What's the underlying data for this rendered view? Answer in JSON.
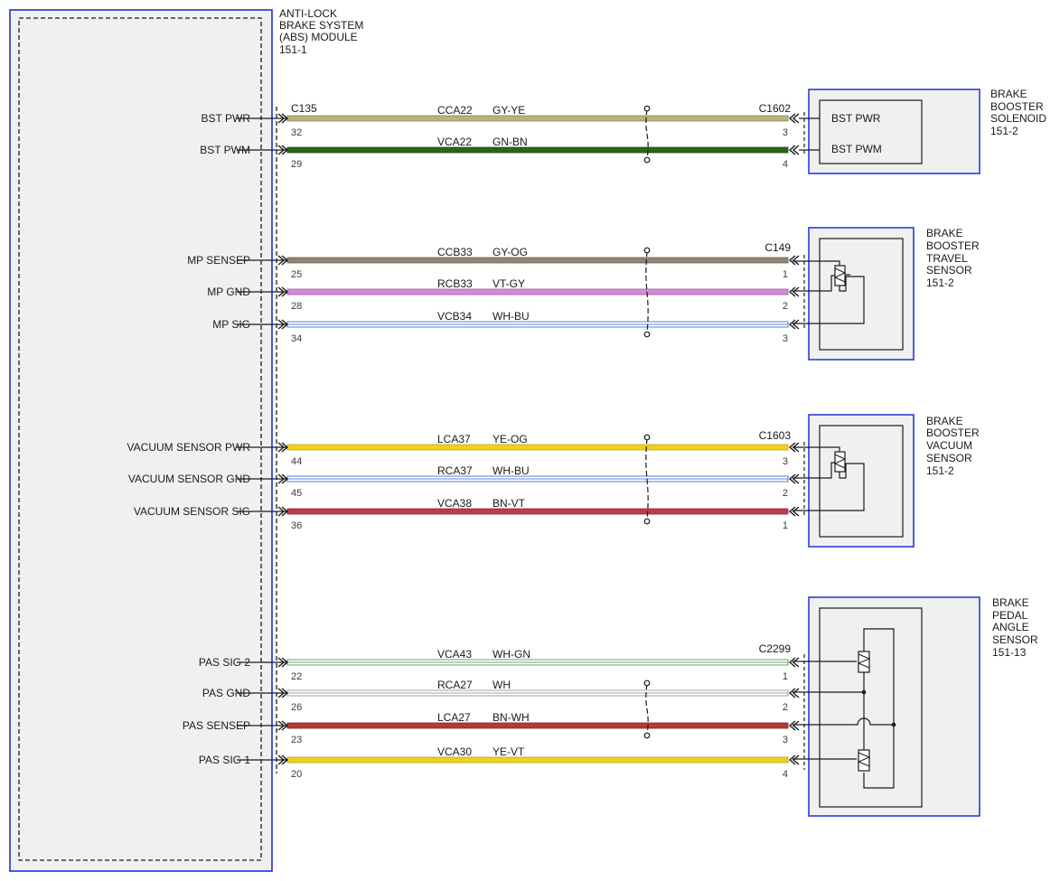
{
  "abs_module": {
    "title_lines": [
      "ANTI-LOCK",
      "BRAKE SYSTEM",
      "(ABS) MODULE",
      "151-1"
    ]
  },
  "components": [
    {
      "id": "solenoid",
      "title_lines": [
        "BRAKE",
        "BOOSTER",
        "SOLENOID",
        "151-2"
      ],
      "pins": [
        "BST PWR",
        "BST PWM"
      ]
    },
    {
      "id": "travel",
      "title_lines": [
        "BRAKE",
        "BOOSTER",
        "TRAVEL",
        "SENSOR",
        "151-2"
      ]
    },
    {
      "id": "vacuum",
      "title_lines": [
        "BRAKE",
        "BOOSTER",
        "VACUUM",
        "SENSOR",
        "151-2"
      ]
    },
    {
      "id": "pedal",
      "title_lines": [
        "BRAKE",
        "PEDAL",
        "ANGLE",
        "SENSOR",
        "151-13"
      ]
    }
  ],
  "connectors": {
    "abs": "C135",
    "solenoid": "C1602",
    "travel": "C149",
    "vacuum": "C1603",
    "pedal": "C2299"
  },
  "wires": [
    {
      "signal": "BST PWR",
      "circuit": "CCA22",
      "color_code": "GY-YE",
      "abs_pin": "32",
      "comp_pin": "3",
      "color": "#b9b27e"
    },
    {
      "signal": "BST PWM",
      "circuit": "VCA22",
      "color_code": "GN-BN",
      "abs_pin": "29",
      "comp_pin": "4",
      "color": "#2f6417"
    },
    {
      "signal": "MP SENSEP",
      "circuit": "CCB33",
      "color_code": "GY-OG",
      "abs_pin": "25",
      "comp_pin": "1",
      "color": "#8f8573"
    },
    {
      "signal": "MP GND",
      "circuit": "RCB33",
      "color_code": "VT-GY",
      "abs_pin": "28",
      "comp_pin": "2",
      "color": "#d68ad6"
    },
    {
      "signal": "MP SIG",
      "circuit": "VCB34",
      "color_code": "WH-BU",
      "abs_pin": "34",
      "comp_pin": "3",
      "color": "#ffffff"
    },
    {
      "signal": "VACUUM SENSOR PWR",
      "circuit": "LCA37",
      "color_code": "YE-OG",
      "abs_pin": "44",
      "comp_pin": "3",
      "color": "#f0d21e"
    },
    {
      "signal": "VACUUM SENSOR GND",
      "circuit": "RCA37",
      "color_code": "WH-BU",
      "abs_pin": "45",
      "comp_pin": "2",
      "color": "#ffffff"
    },
    {
      "signal": "VACUUM SENSOR SIG",
      "circuit": "VCA38",
      "color_code": "BN-VT",
      "abs_pin": "36",
      "comp_pin": "1",
      "color": "#c0394c"
    },
    {
      "signal": "PAS SIG 2",
      "circuit": "VCA43",
      "color_code": "WH-GN",
      "abs_pin": "22",
      "comp_pin": "1",
      "color": "#ffffff"
    },
    {
      "signal": "PAS GND",
      "circuit": "RCA27",
      "color_code": "WH",
      "abs_pin": "26",
      "comp_pin": "2",
      "color": "#ffffff"
    },
    {
      "signal": "PAS SENSEP",
      "circuit": "LCA27",
      "color_code": "BN-WH",
      "abs_pin": "23",
      "comp_pin": "3",
      "color": "#b43a3a"
    },
    {
      "signal": "PAS SIG 1",
      "circuit": "VCA30",
      "color_code": "YE-VT",
      "abs_pin": "20",
      "comp_pin": "4",
      "color": "#ecd320"
    }
  ],
  "colors": {
    "module_border": "#1f2fd6",
    "module_fill": "#f0f0f0",
    "line": "#1a1a1a",
    "stripe_green": "#3c8c3c",
    "stripe_blue": "#2f5fd0"
  }
}
